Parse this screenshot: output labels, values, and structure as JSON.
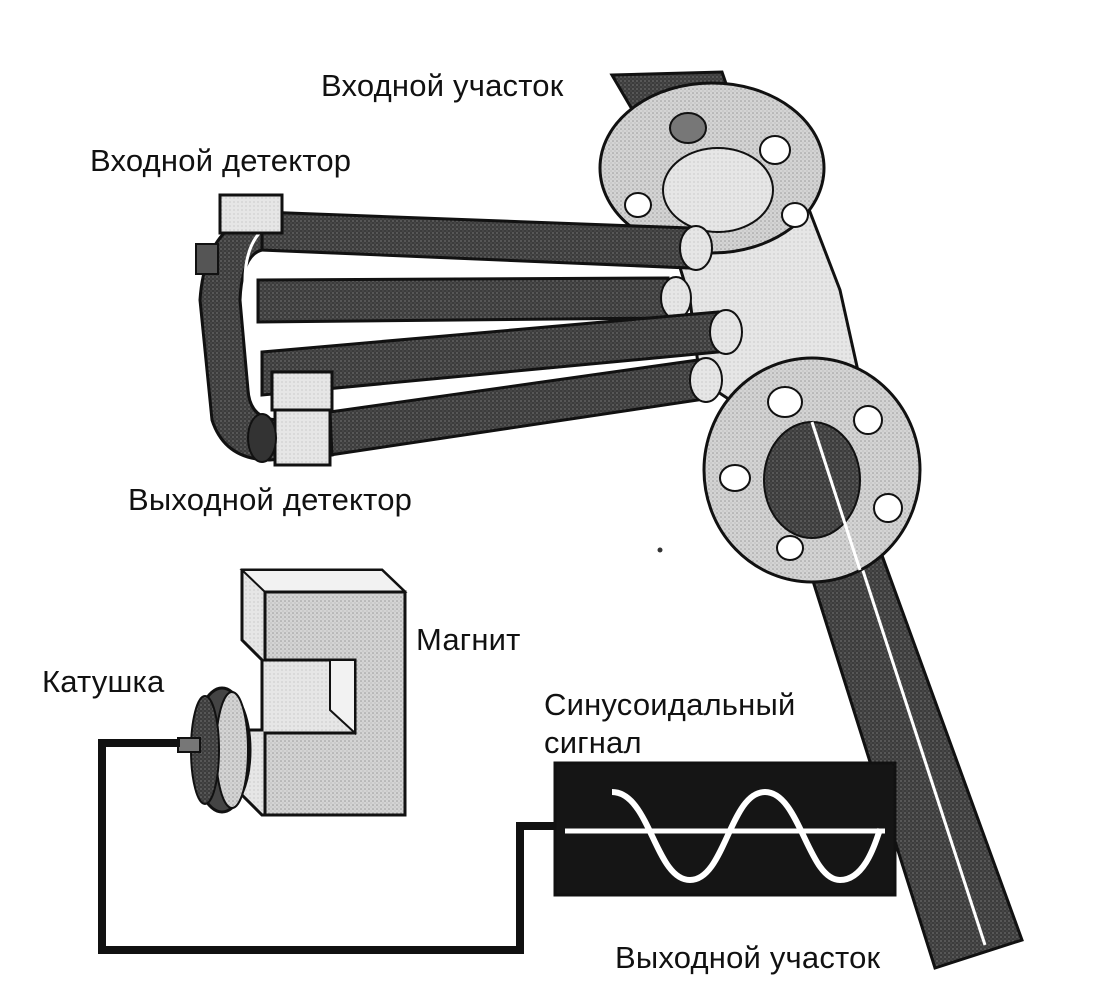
{
  "labels": {
    "inlet_section": "Входной участок",
    "inlet_detector": "Входной детектор",
    "outlet_detector": "Выходной детектор",
    "magnet": "Магнит",
    "coil": "Катушка",
    "sine_signal_line1": "Синусоидальный",
    "sine_signal_line2": "сигнал",
    "outlet_section": "Выходной участок"
  },
  "colors": {
    "pipe_dark": "#3a3a3a",
    "flange_light": "#d6d6d6",
    "magnet_light": "#e2e2e2",
    "oscilloscope_screen": "#151515",
    "wire": "#111111",
    "sine_wave": "#ffffff"
  }
}
